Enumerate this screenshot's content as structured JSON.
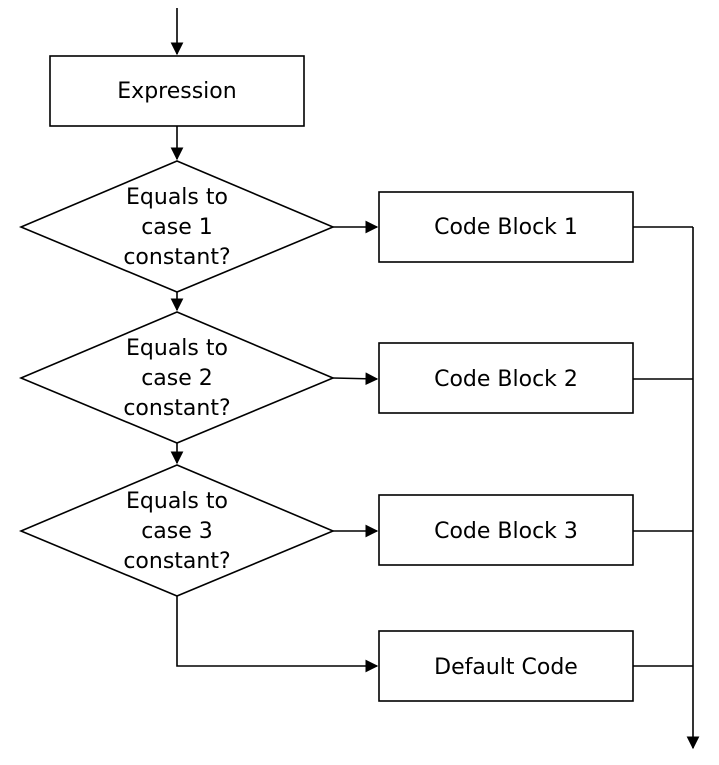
{
  "flowchart": {
    "nodes": {
      "expression": {
        "label": "Expression"
      },
      "case1": {
        "line1": "Equals to",
        "line2": "case 1",
        "line3": "constant?"
      },
      "case2": {
        "line1": "Equals to",
        "line2": "case 2",
        "line3": "constant?"
      },
      "case3": {
        "line1": "Equals to",
        "line2": "case 3",
        "line3": "constant?"
      },
      "block1": {
        "label": "Code Block 1"
      },
      "block2": {
        "label": "Code Block 2"
      },
      "block3": {
        "label": "Code Block 3"
      },
      "default": {
        "label": "Default Code"
      }
    },
    "colors": {
      "stroke": "#000000",
      "fill": "#ffffff",
      "text": "#000000"
    }
  }
}
